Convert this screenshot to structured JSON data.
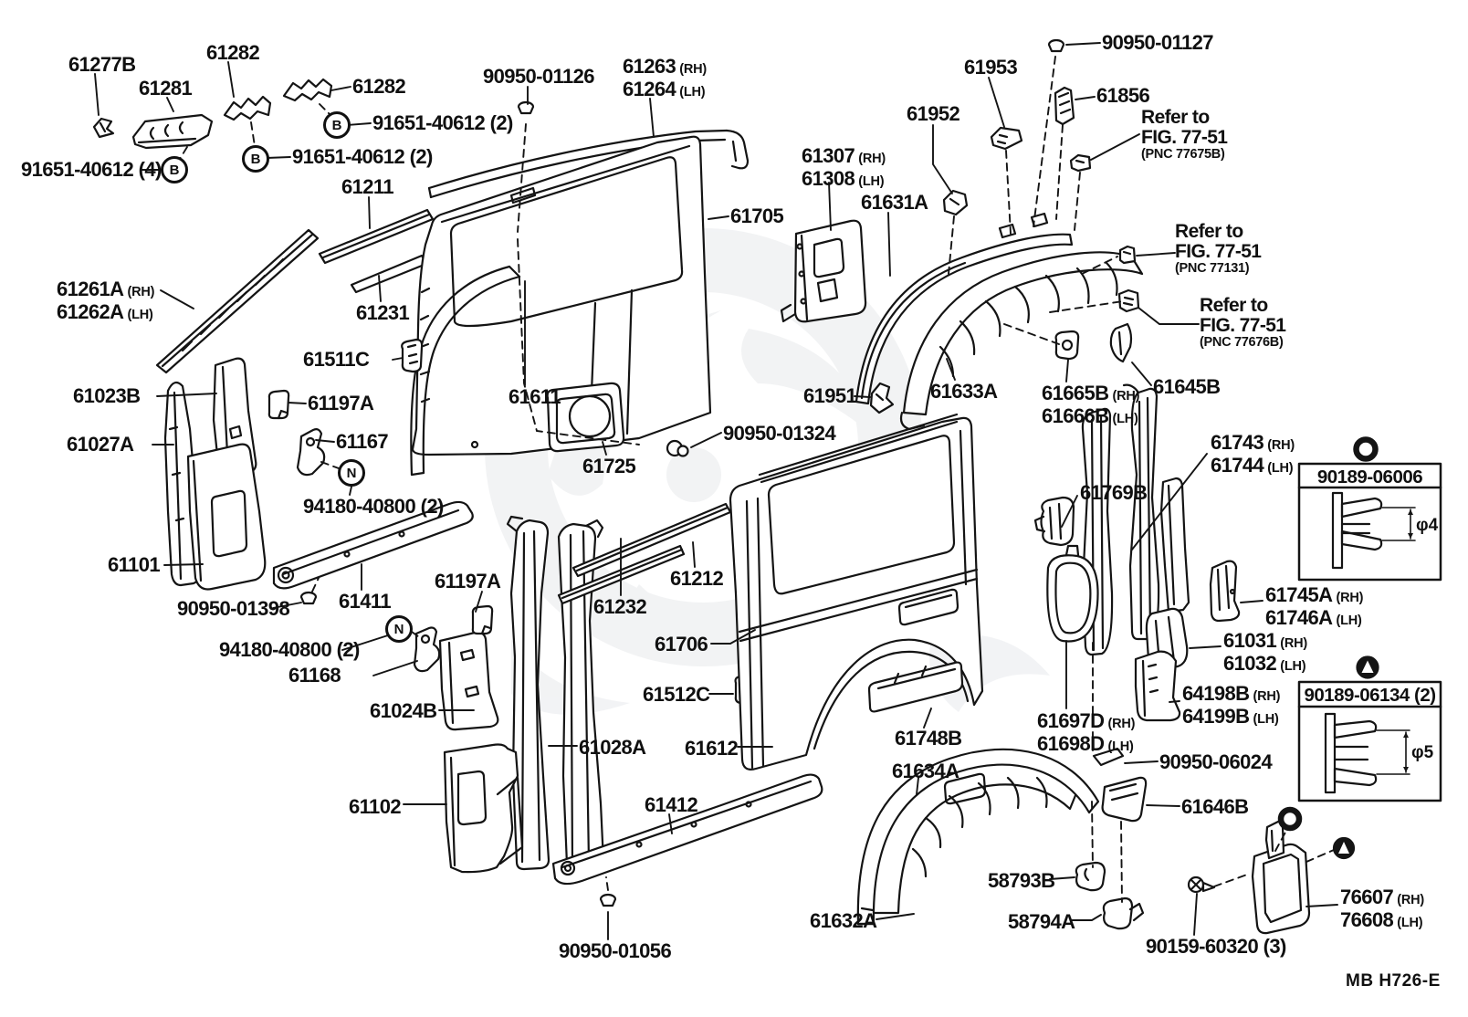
{
  "labels": {
    "p61277b": {
      "t": "61277B"
    },
    "p61282a": {
      "t": "61282"
    },
    "p61281": {
      "t": "61281"
    },
    "p61282b": {
      "t": "61282"
    },
    "p91651_2a": {
      "t": "91651-40612 (2)"
    },
    "p91651_2b": {
      "t": "91651-40612 (2)"
    },
    "p91651_4": {
      "t": "91651-40612 (4)"
    },
    "p90950_01126": {
      "t": "90950-01126"
    },
    "p61263": {
      "t": "61263",
      "s": "(RH)",
      "t2": "61264",
      "s2": "(LH)"
    },
    "p61211": {
      "t": "61211"
    },
    "p61705": {
      "t": "61705"
    },
    "p61307": {
      "t": "61307",
      "s": "(RH)",
      "t2": "61308",
      "s2": "(LH)"
    },
    "p61952": {
      "t": "61952"
    },
    "p61953": {
      "t": "61953"
    },
    "p90950_01127": {
      "t": "90950-01127"
    },
    "p61856": {
      "t": "61856"
    },
    "refer_77675b": {
      "t": "Refer to",
      "t2": "FIG. 77-51",
      "t3": "(PNC 77675B)"
    },
    "p61631a": {
      "t": "61631A"
    },
    "refer_77131": {
      "t": "Refer to",
      "t2": "FIG. 77-51",
      "t3": "(PNC 77131)"
    },
    "refer_77676b": {
      "t": "Refer to",
      "t2": "FIG. 77-51",
      "t3": "(PNC 77676B)"
    },
    "p61261a": {
      "t": "61261A",
      "s": "(RH)",
      "t2": "61262A",
      "s2": "(LH)"
    },
    "p61231": {
      "t": "61231"
    },
    "p61511c": {
      "t": "61511C"
    },
    "p61023b": {
      "t": "61023B"
    },
    "p61197a_1": {
      "t": "61197A"
    },
    "p61611": {
      "t": "61611"
    },
    "p61027a": {
      "t": "61027A"
    },
    "p61167": {
      "t": "61167"
    },
    "p94180_1": {
      "t": "94180-40800 (2)"
    },
    "p90950_01324": {
      "t": "90950-01324"
    },
    "p61725": {
      "t": "61725"
    },
    "p61951": {
      "t": "61951"
    },
    "p61633a": {
      "t": "61633A"
    },
    "p61665b": {
      "t": "61665B",
      "s": "(RH)",
      "t2": "61666B",
      "s2": "(LH)"
    },
    "p61645b": {
      "t": "61645B"
    },
    "p61743": {
      "t": "61743",
      "s": "(RH)",
      "t2": "61744",
      "s2": "(LH)"
    },
    "p61769b": {
      "t": "61769B"
    },
    "p61101": {
      "t": "61101"
    },
    "p90950_01398": {
      "t": "90950-01398"
    },
    "p61411": {
      "t": "61411"
    },
    "p61197a_2": {
      "t": "61197A"
    },
    "p94180_2": {
      "t": "94180-40800 (2)"
    },
    "p61168": {
      "t": "61168"
    },
    "p61024b": {
      "t": "61024B"
    },
    "p61232": {
      "t": "61232"
    },
    "p61212": {
      "t": "61212"
    },
    "p61706": {
      "t": "61706"
    },
    "p61512c": {
      "t": "61512C"
    },
    "p61745a": {
      "t": "61745A",
      "s": "(RH)",
      "t2": "61746A",
      "s2": "(LH)"
    },
    "p61031": {
      "t": "61031",
      "s": "(RH)",
      "t2": "61032",
      "s2": "(LH)"
    },
    "p64198b": {
      "t": "64198B",
      "s": "(RH)",
      "t2": "64199B",
      "s2": "(LH)"
    },
    "p61697d": {
      "t": "61697D",
      "s": "(RH)",
      "t2": "61698D",
      "s2": "(LH)"
    },
    "p90950_06024": {
      "t": "90950-06024"
    },
    "p61028a": {
      "t": "61028A"
    },
    "p61612": {
      "t": "61612"
    },
    "p61748b": {
      "t": "61748B"
    },
    "p61634a": {
      "t": "61634A"
    },
    "p61102": {
      "t": "61102"
    },
    "p61412": {
      "t": "61412"
    },
    "p61646b": {
      "t": "61646B"
    },
    "p58793b": {
      "t": "58793B"
    },
    "p58794a": {
      "t": "58794A"
    },
    "p61632a": {
      "t": "61632A"
    },
    "p90950_01056": {
      "t": "90950-01056"
    },
    "p90159": {
      "t": "90159-60320 (3)"
    },
    "p76607": {
      "t": "76607",
      "s": "(RH)",
      "t2": "76608",
      "s2": "(LH)"
    }
  },
  "boxes": {
    "box1": {
      "title": "90189-06006",
      "dim": "φ4"
    },
    "box2": {
      "title": "90189-06134 (2)",
      "dim": "φ5"
    }
  },
  "symbols": {
    "b": "B",
    "n": "N"
  },
  "footer": {
    "code": "MB  H726-E"
  },
  "colors": {
    "ink": "#141414",
    "paper": "#ffffff"
  }
}
